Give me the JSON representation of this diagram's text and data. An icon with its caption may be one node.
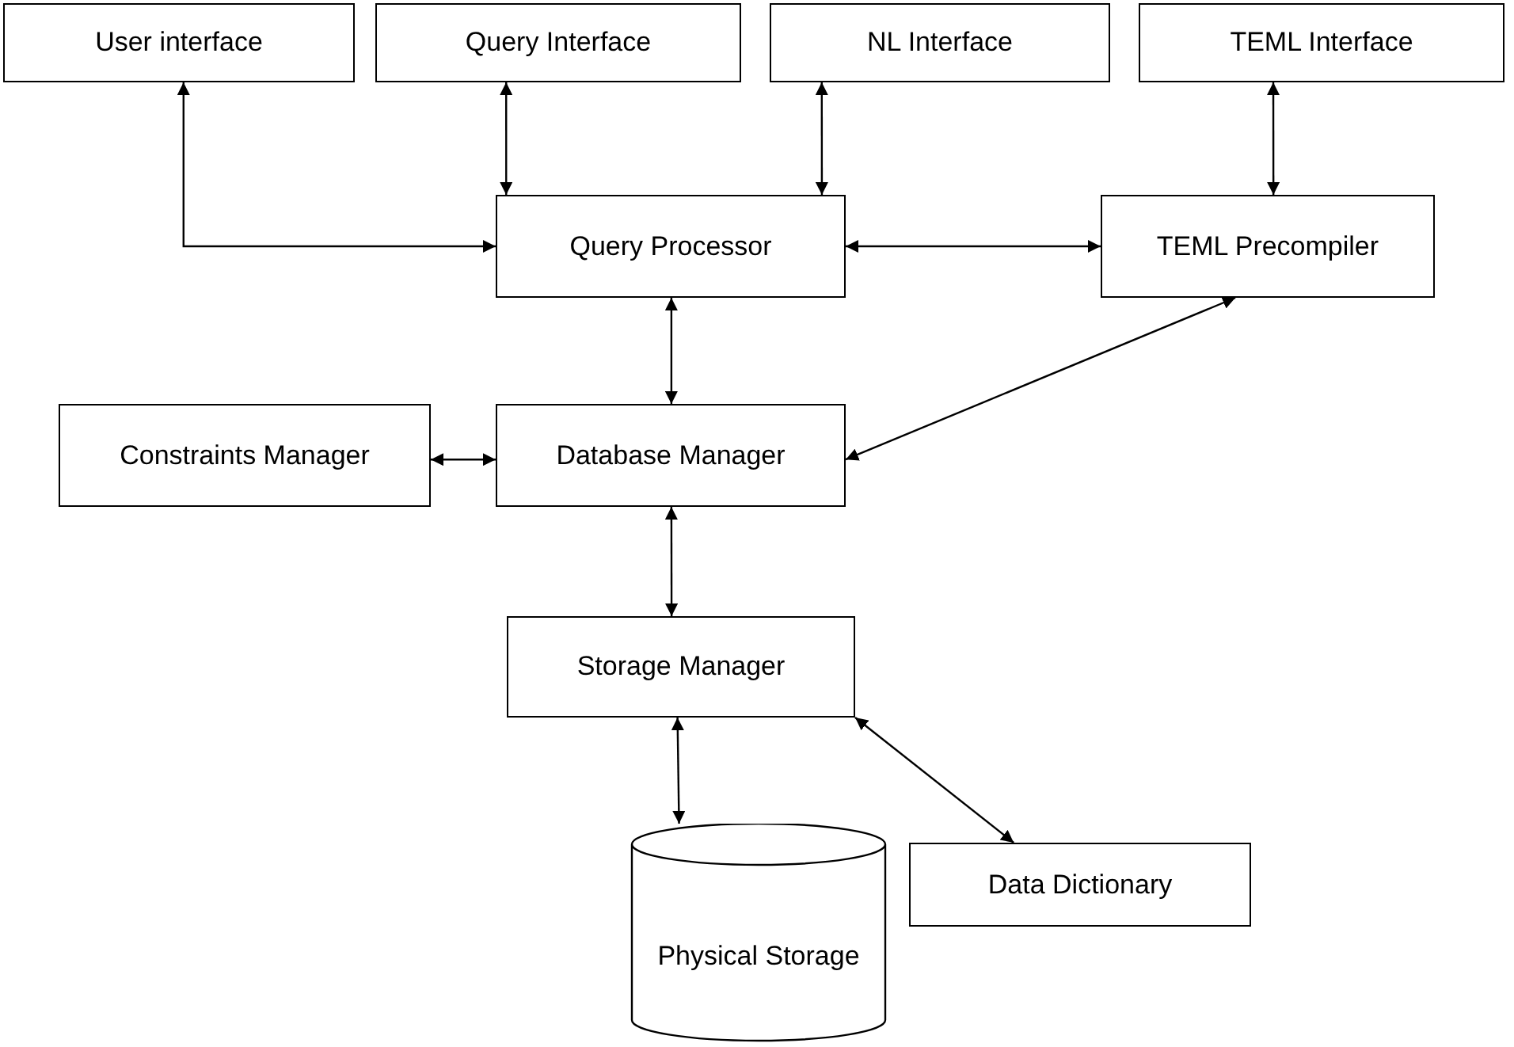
{
  "diagram": {
    "nodes": [
      {
        "text": [
          "User interface"
        ]
      },
      {
        "text": [
          "Query Interface"
        ]
      },
      {
        "text": [
          "NL Interface"
        ]
      },
      {
        "text": [
          "TEML Interface"
        ]
      },
      {
        "text": [
          "Query Processor"
        ]
      },
      {
        "text": [
          "TEML Precompiler"
        ]
      },
      {
        "text": [
          "Constraints Manager"
        ]
      },
      {
        "text": [
          "Database Manager"
        ]
      },
      {
        "text": [
          "Storage Manager"
        ]
      },
      {
        "text": [
          "Data Dictionary"
        ]
      },
      {
        "text": [
          "Physical Storage"
        ]
      }
    ],
    "edges": [
      {
        "from": 0,
        "to": 4,
        "arrow": "both"
      },
      {
        "from": 1,
        "to": 4,
        "arrow": "both"
      },
      {
        "from": 2,
        "to": 4,
        "arrow": "both"
      },
      {
        "from": 3,
        "to": 5,
        "arrow": "both"
      },
      {
        "from": 4,
        "to": 5,
        "arrow": "both"
      },
      {
        "from": 4,
        "to": 7,
        "arrow": "both"
      },
      {
        "from": 5,
        "to": 7,
        "arrow": "both"
      },
      {
        "from": 6,
        "to": 7,
        "arrow": "both"
      },
      {
        "from": 7,
        "to": 8,
        "arrow": "both"
      },
      {
        "from": 8,
        "to": 10,
        "arrow": "both"
      },
      {
        "from": 8,
        "to": 9,
        "arrow": "both"
      }
    ]
  }
}
